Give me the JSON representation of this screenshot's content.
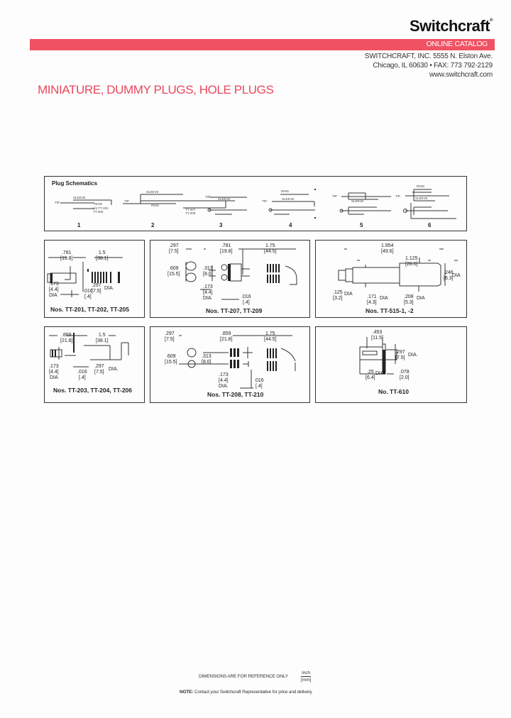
{
  "header": {
    "brand": "Switchcraft",
    "brand_mark": "®",
    "banner_label": "ONLINE CATALOG",
    "brand_color": "#f05264",
    "address_line1": "SWITCHCRAFT, INC.  5555 N. Elston Ave.",
    "address_line2": "Chicago, IL 60630  •  FAX: 773 792-2129",
    "website": "www.switchcraft.com"
  },
  "page": {
    "title": "MINIATURE, DUMMY PLUGS, HOLE PLUGS",
    "title_color": "#e8485c"
  },
  "schematics": {
    "title": "Plug Schematics",
    "items": [
      {
        "number": "1",
        "labels": [
          "TIP",
          "SLEEVE",
          "RING",
          "1/4 TT-201",
          "TT-205"
        ]
      },
      {
        "number": "2",
        "labels": [
          "TIP",
          "SLEEVE",
          "RING",
          "TT-207",
          "TT-209"
        ]
      },
      {
        "number": "3",
        "labels": [
          "TIP",
          "SLEEVE"
        ]
      },
      {
        "number": "4",
        "labels": [
          "TIP",
          "RING",
          "SLEEVE"
        ]
      },
      {
        "number": "5",
        "labels": [
          "TIP",
          "SLEEVE"
        ]
      },
      {
        "number": "6",
        "labels": [
          "TIP",
          "RING",
          "SLEEVE"
        ]
      }
    ]
  },
  "drawings": [
    {
      "caption": "Nos. TT-201, TT-202, TT-205",
      "dims": [
        {
          "inch": ".781",
          "mm": "[19.8]"
        },
        {
          "inch": "1.5",
          "mm": "[38.1]"
        },
        {
          "inch": ".173",
          "mm": "[4.4]",
          "note": "DIA"
        },
        {
          "inch": ".297",
          "mm": "[7.5]",
          "note": "DIA."
        },
        {
          "inch": ".016",
          "mm": "[.4]"
        }
      ]
    },
    {
      "caption": "Nos. TT-207, TT-209",
      "dims": [
        {
          "inch": ".297",
          "mm": "[7.5]"
        },
        {
          "inch": ".781",
          "mm": "[19.8]"
        },
        {
          "inch": "1.75",
          "mm": "[44.5]"
        },
        {
          "inch": ".609",
          "mm": "[15.5]"
        },
        {
          "inch": ".313",
          "mm": "[8.0]"
        },
        {
          "inch": ".173",
          "mm": "[4.4]",
          "note": "DIA."
        },
        {
          "inch": ".016",
          "mm": "[.4]"
        }
      ]
    },
    {
      "caption": "Nos. TT-515-1, -2",
      "dims": [
        {
          "inch": "1.954",
          "mm": "[49.6]"
        },
        {
          "inch": "1.125",
          "mm": "[28.6]"
        },
        {
          "inch": ".246",
          "mm": "[6.3]",
          "note": "DIA"
        },
        {
          "inch": ".125",
          "mm": "[3.2]",
          "note": "DIA"
        },
        {
          "inch": ".171",
          "mm": "[4.3]",
          "note": "DIA"
        },
        {
          "inch": ".208",
          "mm": "[5.3]",
          "note": "DIA"
        }
      ]
    },
    {
      "caption": "Nos. TT-203, TT-204, TT-206",
      "dims": [
        {
          "inch": ".859",
          "mm": "[21.8]"
        },
        {
          "inch": "1.5",
          "mm": "[38.1]"
        },
        {
          "inch": ".173",
          "mm": "[4.4]",
          "note": "DIA"
        },
        {
          "inch": ".297",
          "mm": "[7.5]",
          "note": "DIA."
        },
        {
          "inch": ".016",
          "mm": "[.4]"
        }
      ]
    },
    {
      "caption": "Nos. TT-208, TT-210",
      "dims": [
        {
          "inch": ".297",
          "mm": "[7.5]"
        },
        {
          "inch": ".859",
          "mm": "[21.8]"
        },
        {
          "inch": "1.75",
          "mm": "[44.5]"
        },
        {
          "inch": ".609",
          "mm": "[15.5]"
        },
        {
          "inch": ".313",
          "mm": "[8.0]"
        },
        {
          "inch": ".173",
          "mm": "[4.4]",
          "note": "DIA."
        },
        {
          "inch": ".016",
          "mm": "[.4]"
        }
      ]
    },
    {
      "caption": "No. TT-610",
      "dims": [
        {
          "inch": ".453",
          "mm": "[11.5]"
        },
        {
          "inch": ".297",
          "mm": "[7.5]",
          "note": "DIA."
        },
        {
          "inch": ".25",
          "mm": "[6.4]",
          "note": "DIA."
        },
        {
          "inch": ".078",
          "mm": "[2.0]"
        }
      ]
    }
  ],
  "footer": {
    "reference_note": "DIMENSIONS ARE FOR REFERENCE ONLY",
    "unit_top": "inch",
    "unit_bottom": "[mm]",
    "note_label": "NOTE:",
    "note_text": "Contact your Switchcraft Representative for price and delivery"
  }
}
